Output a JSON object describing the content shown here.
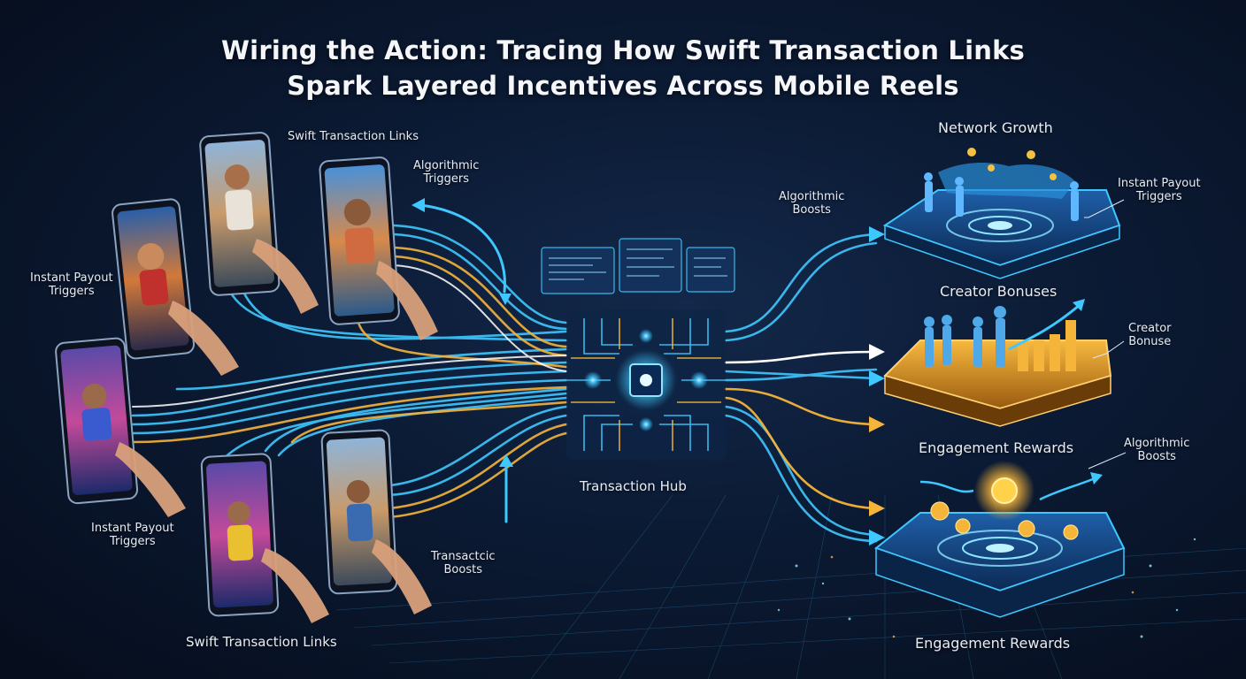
{
  "title": {
    "line1": "Wiring the Action: Tracing How Swift Transaction Links",
    "line2": "Spark Layered Incentives Across Mobile Reels"
  },
  "hub": {
    "label": "Transaction Hub"
  },
  "left_labels": {
    "swift_top": "Swift Transaction Links",
    "algo_top": [
      "Algorithmic",
      "Triggers"
    ],
    "instant_left": [
      "Instant Payout",
      "Triggers"
    ],
    "instant_bottom": [
      "Instant Payout",
      "Triggers"
    ],
    "transactic": [
      "Transactcic",
      "Boosts"
    ],
    "swift_bottom": "Swift Transaction Links"
  },
  "right_labels": {
    "algo_boosts_mid": [
      "Algorithmic",
      "Boosts"
    ],
    "instant_right": [
      "Instant Payout",
      "Triggers"
    ],
    "creator_bonuse": [
      "Creator",
      "Bonuse"
    ],
    "algo_boosts_bottom": [
      "Algorithmic",
      "Boosts"
    ]
  },
  "platforms": {
    "network": "Network Growth",
    "creator": "Creator Bonuses",
    "engagement": "Engagement Rewards",
    "engagement_bottom": "Engagement Rewards"
  },
  "colors": {
    "cyan": "#3ec8ff",
    "gold": "#f5b43a",
    "white": "#ffffff",
    "bg": "#0b1a33"
  }
}
